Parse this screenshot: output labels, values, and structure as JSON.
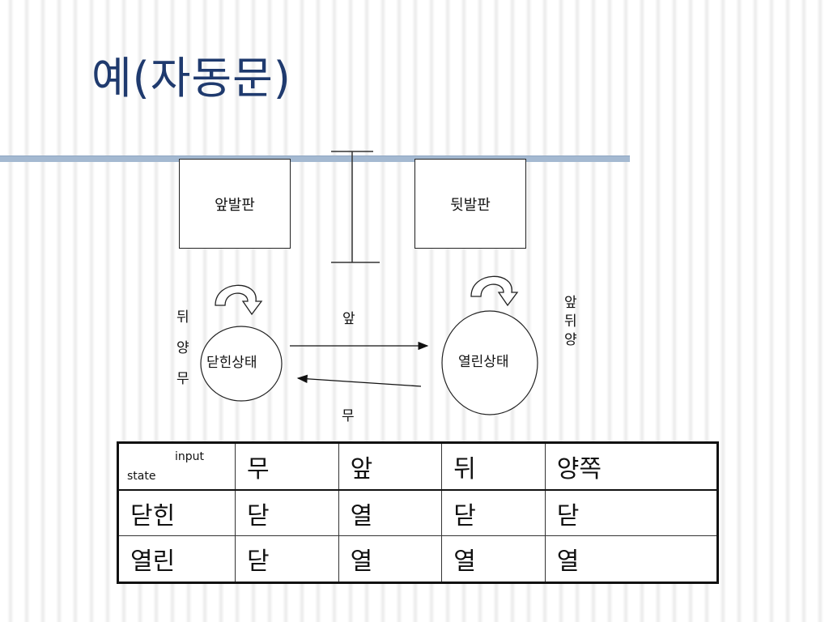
{
  "slide": {
    "title": "예(자동문)"
  },
  "pads": {
    "front": "앞발판",
    "back": "뒷발판"
  },
  "states": {
    "closed": "닫힌상태",
    "open": "열린상태"
  },
  "labels": {
    "closed_self": [
      "뒤",
      "양",
      "무"
    ],
    "open_self": [
      "앞",
      "뒤",
      "양"
    ],
    "closed_to_open": "앞",
    "open_to_closed": "무"
  },
  "table": {
    "corner_input": "input",
    "corner_state": "state",
    "headers": [
      "무",
      "앞",
      "뒤",
      "양쪽"
    ],
    "rows": [
      {
        "state": "닫힌",
        "cells": [
          "닫",
          "열",
          "닫",
          "닫"
        ]
      },
      {
        "state": "열린",
        "cells": [
          "닫",
          "열",
          "열",
          "열"
        ]
      }
    ]
  }
}
